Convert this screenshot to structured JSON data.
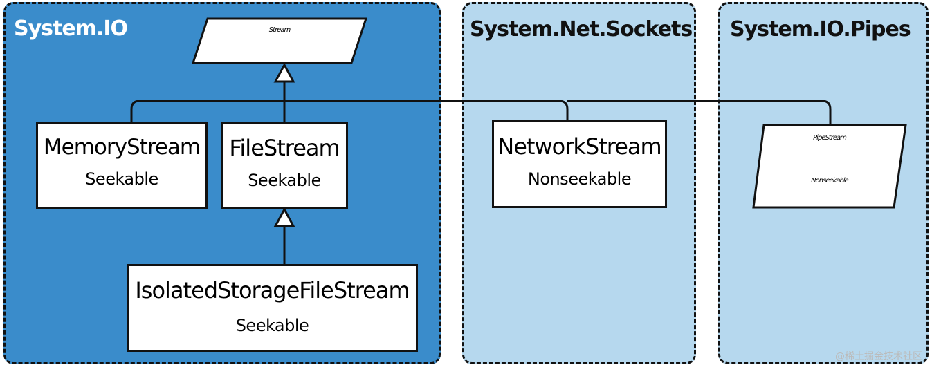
{
  "packages": {
    "system_io": "System.IO",
    "system_net_sockets": "System.Net.Sockets",
    "system_io_pipes": "System.IO.Pipes"
  },
  "classes": {
    "stream": {
      "name": "Stream",
      "abstract": true
    },
    "memory_stream": {
      "name": "MemoryStream",
      "seek": "Seekable"
    },
    "file_stream": {
      "name": "FileStream",
      "seek": "Seekable"
    },
    "isolated_storage_file_stream": {
      "name": "IsolatedStorageFileStream",
      "seek": "Seekable"
    },
    "network_stream": {
      "name": "NetworkStream",
      "seek": "Nonseekable"
    },
    "pipe_stream": {
      "name": "PipeStream",
      "seek": "Nonseekable",
      "abstract": true
    }
  },
  "watermark": "@稀土掘金技术社区",
  "colors": {
    "system_io_fill": "#3A8CCB",
    "other_pkg_fill": "#B6D8EE",
    "line": "#111111",
    "box_fill": "#FFFFFF"
  }
}
